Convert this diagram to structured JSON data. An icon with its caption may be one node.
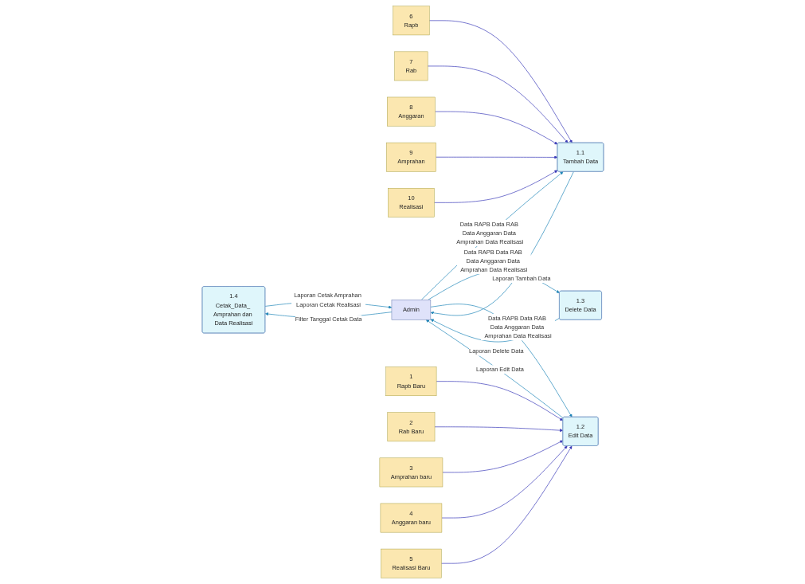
{
  "diagram": {
    "nodes": [
      {
        "text": [
          "1.4",
          "Cetak_Data_ Amprahan dan Data Realisasi"
        ]
      },
      {
        "text": [
          "1.1",
          "Tambah Data"
        ]
      },
      {
        "text": [
          "6",
          "Rapb"
        ]
      },
      {
        "text": [
          "7",
          "Rab"
        ]
      },
      {
        "text": [
          "8",
          "Anggaran"
        ]
      },
      {
        "text": [
          "9",
          "Amprahan"
        ]
      },
      {
        "text": [
          "10",
          "Realisasi"
        ]
      },
      {
        "text": [
          "Admin"
        ]
      },
      {
        "text": [
          "1",
          "Rapb Baru"
        ]
      },
      {
        "text": [
          "2",
          "Rab Baru"
        ]
      },
      {
        "text": [
          "1.2",
          "Edit Data"
        ]
      },
      {
        "text": [
          "3",
          "Amprahan baru"
        ]
      },
      {
        "text": [
          "4",
          "Anggaran baru"
        ]
      },
      {
        "text": [
          "1.3",
          "Delete Data"
        ]
      },
      {
        "text": [
          "5",
          "Realisasi Baru"
        ]
      }
    ],
    "edges": [
      {
        "from": 7,
        "to": 0,
        "arrow": "to",
        "label": "Filter Tanggal Cetak Data",
        "color": "#1f86b8"
      },
      {
        "from": 0,
        "to": 7,
        "arrow": "to",
        "label": "Laporan Cetak Amprahan Laporan Cetak Realisasi",
        "color": "#1f86b8"
      },
      {
        "from": 7,
        "to": 1,
        "arrow": "to",
        "label": "Data RAPB Data RAB Data Anggaran Data Amprahan Data Realisasi",
        "color": "#1f86b8"
      },
      {
        "from": 1,
        "to": 7,
        "arrow": "to",
        "label": "Laporan Tambah Data",
        "color": "#1f86b8"
      },
      {
        "from": 2,
        "to": 1,
        "arrow": "to"
      },
      {
        "from": 3,
        "to": 1,
        "arrow": "to"
      },
      {
        "from": 4,
        "to": 1,
        "arrow": "to"
      },
      {
        "from": 5,
        "to": 1,
        "arrow": "to"
      },
      {
        "from": 6,
        "to": 1,
        "arrow": "to"
      },
      {
        "from": 13,
        "to": 7,
        "arrow": "to",
        "label": "Laporan Delete Data",
        "color": "#1f86b8"
      },
      {
        "from": 10,
        "to": 7,
        "arrow": "to",
        "label": "Laporan Edit Data",
        "color": "#1f86b8"
      },
      {
        "from": 7,
        "to": 13,
        "arrow": "to",
        "label": "Data RAPB Data RAB Data Anggaran Data Amprahan Data Realisasi",
        "color": "#1f86b8"
      },
      {
        "from": 7,
        "to": 10,
        "arrow": "to",
        "label": "Data RAPB Data RAB Data Anggaran Data Amprahan Data Realisasi",
        "color": "#1f86b8"
      },
      {
        "from": 8,
        "to": 10,
        "arrow": "to"
      },
      {
        "from": 9,
        "to": 10,
        "arrow": "to"
      },
      {
        "from": 11,
        "to": 10,
        "arrow": "to"
      },
      {
        "from": 12,
        "to": 10,
        "arrow": "to"
      },
      {
        "from": 14,
        "to": 10,
        "arrow": "to"
      }
    ]
  }
}
